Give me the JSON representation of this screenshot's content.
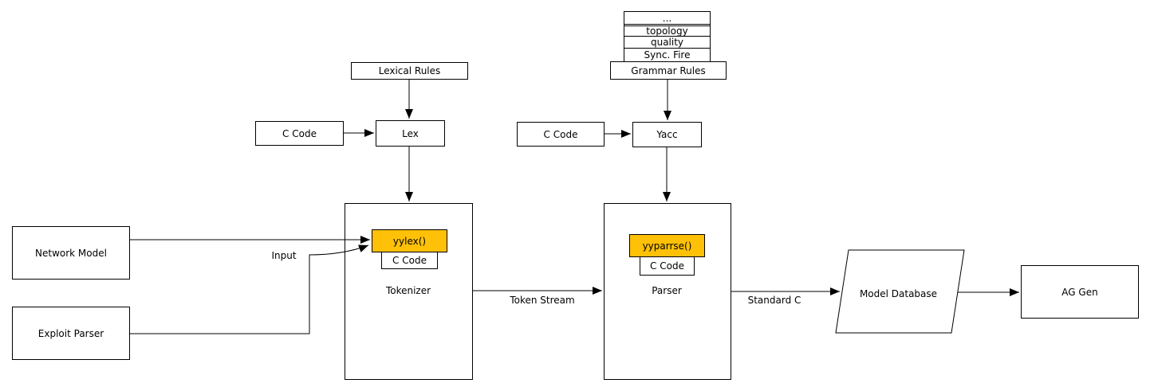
{
  "colors": {
    "highlight": "#ffc107",
    "line": "#000000",
    "canvas": "#ffffff"
  },
  "stack": {
    "rows": [
      "...",
      "topology",
      "quality",
      "Sync. Fire"
    ]
  },
  "nodes": {
    "grammar_rules": "Grammar Rules",
    "lexical_rules": "Lexical Rules",
    "c_code_lex_input": "C Code",
    "lex": "Lex",
    "c_code_yacc_input": "C Code",
    "yacc": "Yacc",
    "network_model": "Network Model",
    "exploit_parser": "Exploit Parser",
    "tokenizer": "Tokenizer",
    "yylex": "yylex()",
    "c_code_tokenizer": "C Code",
    "parser": "Parser",
    "yyparrse": "yyparrse()",
    "c_code_parser": "C Code",
    "model_database": "Model Database",
    "ag_gen": "AG Gen"
  },
  "edge_labels": {
    "input": "Input",
    "token_stream": "Token Stream",
    "standard_c": "Standard C"
  }
}
